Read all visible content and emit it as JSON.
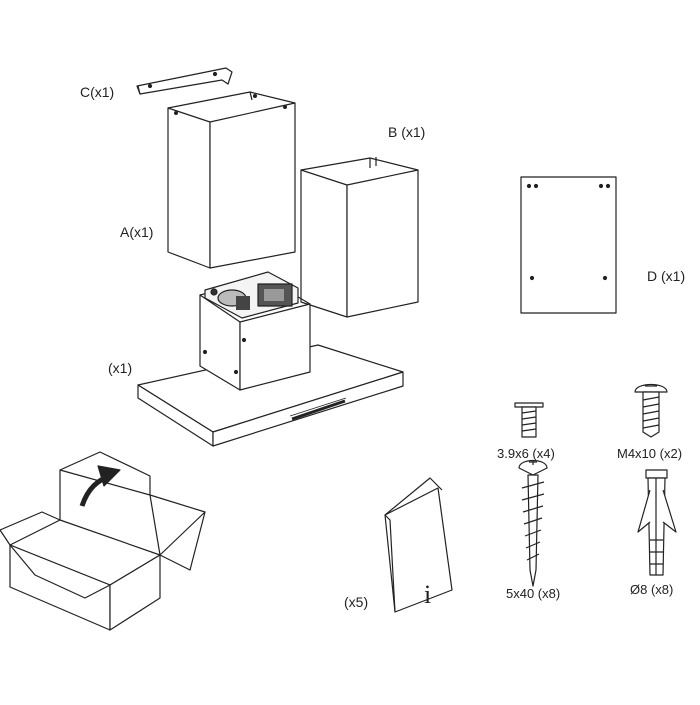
{
  "parts": {
    "chimney_upper": {
      "label": "A(x1)"
    },
    "chimney_lower": {
      "label": "B (x1)"
    },
    "bracket": {
      "label": "C(x1)"
    },
    "plate": {
      "label": "D (x1)"
    },
    "hood": {
      "label": "(x1)"
    },
    "manual": {
      "label": "(x5)",
      "glyph": "i"
    },
    "screw_small": {
      "label": "3.9x6 (x4)"
    },
    "screw_m4": {
      "label": "M4x10 (x2)"
    },
    "wood_screw": {
      "label": "5x40 (x8)"
    },
    "wall_plug": {
      "label": "Ø8 (x8)"
    }
  },
  "colors": {
    "stroke": "#222222",
    "paper": "#ffffff",
    "shade": "#e6e6e6"
  }
}
